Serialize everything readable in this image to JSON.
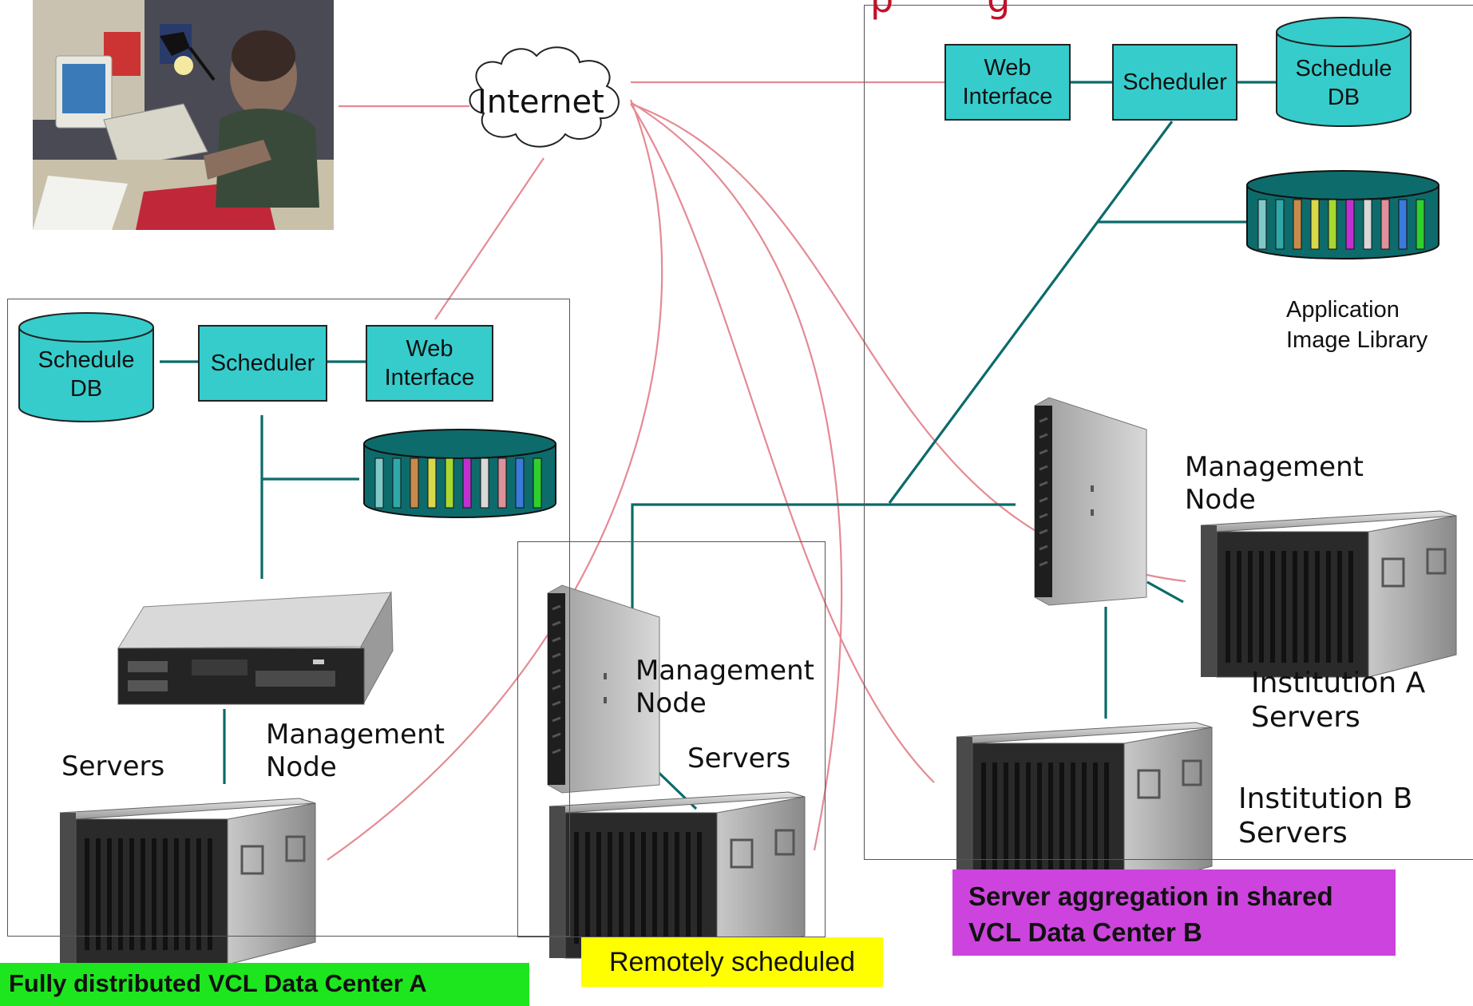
{
  "center_a": {
    "schedule_db": "Schedule\nDB",
    "scheduler": "Scheduler",
    "web_interface": "Web\nInterface",
    "management_node": "Management\nNode",
    "servers": "Servers",
    "caption": "Fully distributed VCL Data Center A",
    "caption_color": "#1ee61e"
  },
  "remote": {
    "management_node": "Management\nNode",
    "servers": "Servers",
    "caption": "Remotely scheduled",
    "caption_color": "#ffff00"
  },
  "center_b": {
    "heading_fragment": "p        g",
    "web_interface": "Web\nInterface",
    "scheduler": "Scheduler",
    "schedule_db": "Schedule\nDB",
    "image_library": "Application\nImage Library",
    "management_node": "Management\nNode",
    "institution_a": "Institution A\nServers",
    "institution_b": "Institution B\nServers",
    "caption": "Server aggregation in shared\nVCL Data Center B",
    "caption_color": "#cc44dd"
  },
  "internet": "Internet",
  "colors": {
    "box_fill": "#36cccc",
    "link_line": "#e58a94",
    "node_line": "#0b6b6b",
    "heading_red": "#c0122a"
  }
}
